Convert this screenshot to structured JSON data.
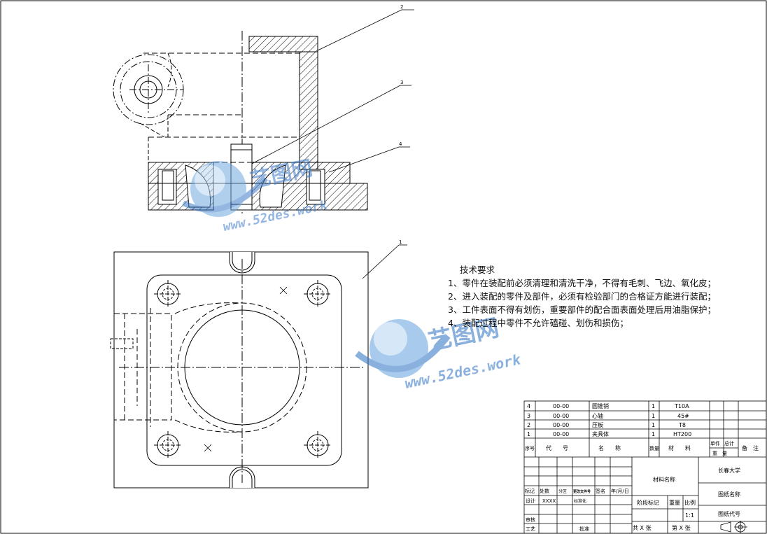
{
  "drawing": {
    "balloons": [
      "2",
      "3",
      "4",
      "1"
    ]
  },
  "technical_requirements": {
    "title": "技术要求",
    "items": [
      "1、零件在装配前必须清理和清洗干净，不得有毛刺、飞边、氧化皮；",
      "2、进入装配的零件及部件，必须有检验部门的合格证方能进行装配；",
      "3、工件表面不得有划伤，重要部件的配合面表面处理后用油脂保护；",
      "4、装配过程中零件不允许磕碰、划伤和损伤；"
    ]
  },
  "watermark": {
    "brand": "艺图网",
    "url": "www.52des.work"
  },
  "bom": {
    "rows": [
      {
        "no": "4",
        "code": "00-00",
        "name": "圆锥销",
        "qty": "1",
        "material": "T10A"
      },
      {
        "no": "3",
        "code": "00-00",
        "name": "心轴",
        "qty": "1",
        "material": "45#"
      },
      {
        "no": "2",
        "code": "00-00",
        "name": "压板",
        "qty": "1",
        "material": "T8"
      },
      {
        "no": "1",
        "code": "00-00",
        "name": "夹具体",
        "qty": "1",
        "material": "HT200"
      }
    ],
    "header": {
      "no": "序号",
      "code": "代　　号",
      "name": "名　　称",
      "qty": "数量",
      "material": "材　　料",
      "unit_weight": "单件",
      "total_weight": "总计",
      "weight": "重　量",
      "remark": "备　注"
    }
  },
  "title_block": {
    "material_name": "材料名称",
    "university": "长春大学",
    "drawing_name": "图纸名称",
    "drawing_code": "图纸代号",
    "stage_mark": "阶段标记",
    "weight": "重量",
    "scale": "比例",
    "scale_value": "1:1",
    "total_sheets": "共 X 张",
    "sheet_no": "第 X 张",
    "mark": "标记",
    "count": "处数",
    "zone": "分区",
    "change_doc": "更改文件号",
    "signature": "签名",
    "date": "年/月/日",
    "design": "设计",
    "designer": "XXXX",
    "standardize": "标准化",
    "review": "审核",
    "process": "工艺",
    "approve": "批准"
  }
}
